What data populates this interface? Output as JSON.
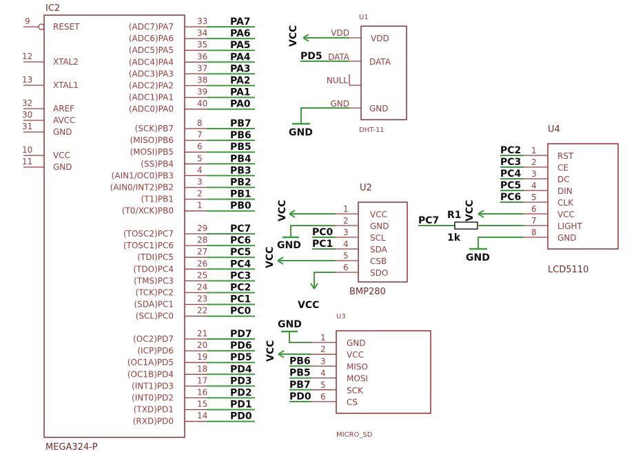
{
  "ic2": {
    "name": "IC2",
    "value": "MEGA324-P",
    "left_pins": [
      {
        "num": "9",
        "label": "RESET"
      },
      {
        "num": "12",
        "label": "XTAL2"
      },
      {
        "num": "13",
        "label": "XTAL1"
      },
      {
        "num": "32",
        "label": "AREF"
      },
      {
        "num": "30",
        "label": "AVCC"
      },
      {
        "num": "31",
        "label": "GND"
      },
      {
        "num": "10",
        "label": "VCC"
      },
      {
        "num": "11",
        "label": "GND"
      }
    ],
    "right_pins": [
      {
        "num": "33",
        "label": "(ADC7)PA7",
        "net": "PA7"
      },
      {
        "num": "34",
        "label": "(ADC6)PA6",
        "net": "PA6"
      },
      {
        "num": "35",
        "label": "(ADC5)PA5",
        "net": "PA5"
      },
      {
        "num": "36",
        "label": "(ADC4)PA4",
        "net": "PA4"
      },
      {
        "num": "37",
        "label": "(ADC3)PA3",
        "net": "PA3"
      },
      {
        "num": "38",
        "label": "(ADC2)PA2",
        "net": "PA2"
      },
      {
        "num": "39",
        "label": "(ADC1)PA1",
        "net": "PA1"
      },
      {
        "num": "40",
        "label": "(ADC0)PA0",
        "net": "PA0"
      },
      {
        "num": "8",
        "label": "(SCK)PB7",
        "net": "PB7"
      },
      {
        "num": "7",
        "label": "(MISO)PB6",
        "net": "PB6"
      },
      {
        "num": "6",
        "label": "(MOSI)PB5",
        "net": "PB5"
      },
      {
        "num": "5",
        "label": "(SS)PB4",
        "net": "PB4"
      },
      {
        "num": "4",
        "label": "(AIN1/OC0)PB3",
        "net": "PB3"
      },
      {
        "num": "3",
        "label": "(AIN0/INT2)PB2",
        "net": "PB2"
      },
      {
        "num": "2",
        "label": "(T1)PB1",
        "net": "PB1"
      },
      {
        "num": "1",
        "label": "(T0/XCK)PB0",
        "net": "PB0"
      },
      {
        "num": "29",
        "label": "(TOSC2)PC7",
        "net": "PC7"
      },
      {
        "num": "28",
        "label": "(TOSC1)PC6",
        "net": "PC6"
      },
      {
        "num": "27",
        "label": "(TDI)PC5",
        "net": "PC5"
      },
      {
        "num": "26",
        "label": "(TDO)PC4",
        "net": "PC4"
      },
      {
        "num": "25",
        "label": "(TMS)PC3",
        "net": "PC3"
      },
      {
        "num": "24",
        "label": "(TCK)PC2",
        "net": "PC2"
      },
      {
        "num": "23",
        "label": "(SDA)PC1",
        "net": "PC1"
      },
      {
        "num": "22",
        "label": "(SCL)PC0",
        "net": "PC0"
      },
      {
        "num": "21",
        "label": "(OC2)PD7",
        "net": "PD7"
      },
      {
        "num": "20",
        "label": "(ICP)PD6",
        "net": "PD6"
      },
      {
        "num": "19",
        "label": "(OC1A)PD5",
        "net": "PD5"
      },
      {
        "num": "18",
        "label": "(OC1B)PD4",
        "net": "PD4"
      },
      {
        "num": "17",
        "label": "(INT1)PD3",
        "net": "PD3"
      },
      {
        "num": "16",
        "label": "(INT0)PD2",
        "net": "PD2"
      },
      {
        "num": "15",
        "label": "(TXD)PD1",
        "net": "PD1"
      },
      {
        "num": "14",
        "label": "(RXD)PD0",
        "net": "PD0"
      }
    ]
  },
  "u1": {
    "name": "U1",
    "value": "DHT-11",
    "pins": [
      {
        "pin_label": "VDD",
        "label": "VDD"
      },
      {
        "pin_label": "DATA",
        "label": "DATA"
      },
      {
        "pin_label": "NULL",
        "label": ""
      },
      {
        "pin_label": "GND",
        "label": "GND"
      }
    ],
    "vcc": "VCC",
    "data_net": "PD5",
    "gnd": "GND"
  },
  "u2": {
    "name": "U2",
    "value": "BMP280",
    "pins": [
      {
        "num": "1",
        "label": "VCC"
      },
      {
        "num": "2",
        "label": "GND"
      },
      {
        "num": "3",
        "label": "SCL",
        "net": "PC0"
      },
      {
        "num": "4",
        "label": "SDA",
        "net": "PC1"
      },
      {
        "num": "5",
        "label": "CSB"
      },
      {
        "num": "6",
        "label": "SDO"
      }
    ],
    "vcc1": "VCC",
    "gnd": "GND",
    "vcc5": "VCC",
    "vcc6": "VCC"
  },
  "u3": {
    "name": "U3",
    "value": "MICRO_SD",
    "pins": [
      {
        "num": "1",
        "label": "GND"
      },
      {
        "num": "2",
        "label": "VCC"
      },
      {
        "num": "3",
        "label": "MISO",
        "net": "PB6"
      },
      {
        "num": "4",
        "label": "MOSI",
        "net": "PB5"
      },
      {
        "num": "5",
        "label": "SCK",
        "net": "PB7"
      },
      {
        "num": "6",
        "label": "CS",
        "net": "PD0"
      }
    ],
    "gnd": "GND",
    "vcc": "VCC"
  },
  "u4": {
    "name": "U4",
    "value": "LCD5110",
    "pins": [
      {
        "num": "1",
        "label": "RST",
        "net": "PC2"
      },
      {
        "num": "2",
        "label": "CE",
        "net": "PC3"
      },
      {
        "num": "3",
        "label": "DC",
        "net": "PC4"
      },
      {
        "num": "4",
        "label": "DIN",
        "net": "PC5"
      },
      {
        "num": "5",
        "label": "CLK",
        "net": "PC6"
      },
      {
        "num": "6",
        "label": "VCC"
      },
      {
        "num": "7",
        "label": "LIGHT"
      },
      {
        "num": "8",
        "label": "GND"
      }
    ],
    "vcc": "VCC",
    "gnd": "GND"
  },
  "r1": {
    "name": "R1",
    "value": "1k",
    "net": "PC7"
  },
  "colors": {
    "part": "#9c3b3b",
    "wire": "#3d9a3d",
    "net_text": "#111111"
  }
}
